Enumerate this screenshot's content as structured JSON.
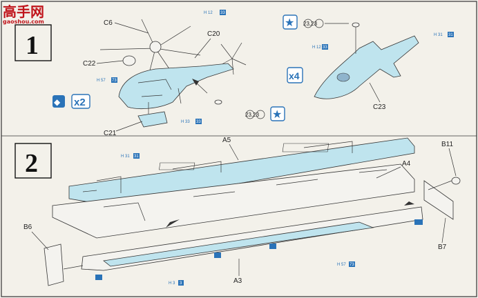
{
  "watermark": {
    "brand": "高手网",
    "url": "gaoshou.com"
  },
  "step1": {
    "number": "1",
    "labels": {
      "c6": "C6",
      "c20": "C20",
      "c22": "C22",
      "c21": "C21",
      "c23": "C23"
    },
    "paint_codes": {
      "h12_top": "H 12",
      "h12_top_n": "33",
      "h57": "H 57",
      "h57_n": "73",
      "h33": "H 33",
      "h33_n": "33",
      "h12_jet": "H 12",
      "h12_jet_n": "33",
      "h31_jet": "H 31",
      "h31_jet_n": "31"
    },
    "decals": {
      "heli": "23,23",
      "jet": "23,23"
    },
    "quantity_heli": "x2",
    "quantity_jet": "x4"
  },
  "step2": {
    "number": "2",
    "labels": {
      "a5": "A5",
      "a4": "A4",
      "b11": "B11",
      "b6": "B6",
      "b7": "B7",
      "a3": "A3"
    },
    "paint_codes": {
      "h31": "H 31",
      "h31_n": "31",
      "h57": "H 57",
      "h57_n": "73",
      "h3": "H 3",
      "h3_n": "3"
    }
  },
  "colors": {
    "accent_blue": "#2a73b8",
    "part_blue": "#bfe4ee",
    "frame": "#333333"
  }
}
